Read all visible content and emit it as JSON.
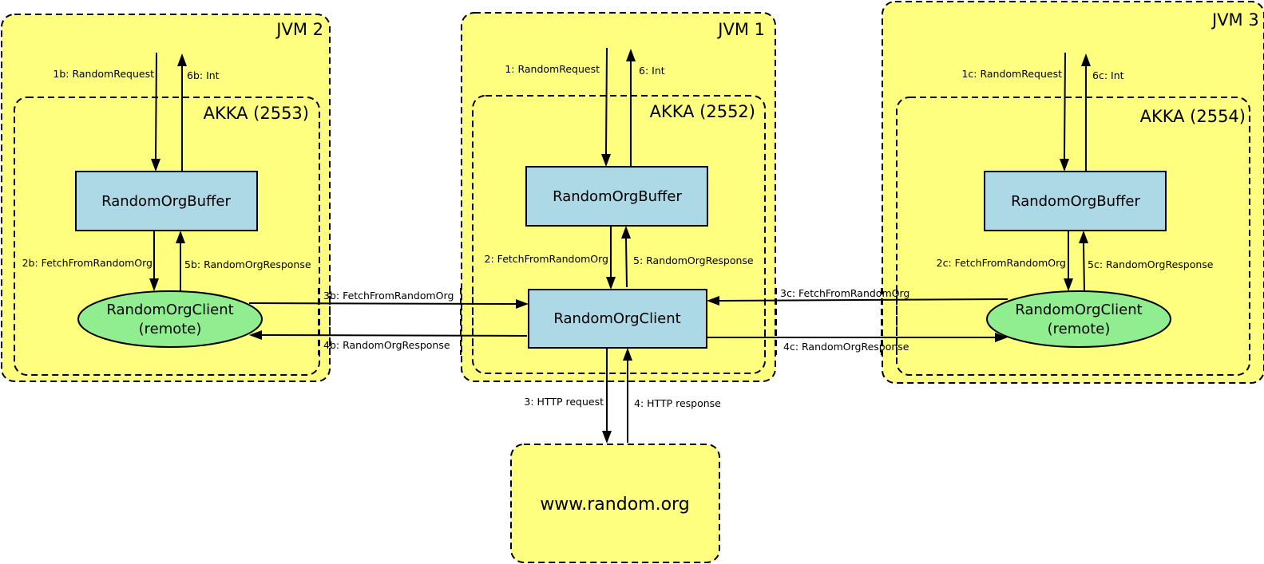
{
  "diagram": {
    "clusters": {
      "jvm2": {
        "label": "JVM 2",
        "akka_label": "AKKA (2553)"
      },
      "jvm1": {
        "label": "JVM 1",
        "akka_label": "AKKA (2552)"
      },
      "jvm3": {
        "label": "JVM 3",
        "akka_label": "AKKA (2554)"
      }
    },
    "nodes": {
      "buffer2": {
        "label": "RandomOrgBuffer"
      },
      "client2": {
        "line1": "RandomOrgClient",
        "line2": "(remote)"
      },
      "buffer1": {
        "label": "RandomOrgBuffer"
      },
      "client1": {
        "label": "RandomOrgClient"
      },
      "buffer3": {
        "label": "RandomOrgBuffer"
      },
      "client3": {
        "line1": "RandomOrgClient",
        "line2": "(remote)"
      },
      "external": {
        "label": "www.random.org"
      }
    },
    "edges": {
      "e1b": "1b: RandomRequest",
      "e6b": "6b: Int",
      "e2b": "2b: FetchFromRandomOrg",
      "e5b": "5b: RandomOrgResponse",
      "e3b": "3b: FetchFromRandomOrg",
      "e4b": "4b: RandomOrgResponse",
      "e1": "1: RandomRequest",
      "e6": "6: Int",
      "e2": "2: FetchFromRandomOrg",
      "e5": "5: RandomOrgResponse",
      "e3": "3: HTTP request",
      "e4": "4: HTTP response",
      "e1c": "1c: RandomRequest",
      "e6c": "6c: Int",
      "e2c": "2c: FetchFromRandomOrg",
      "e5c": "5c: RandomOrgResponse",
      "e3c": "3c: FetchFromRandomOrg",
      "e4c": "4c: RandomOrgResponse"
    },
    "colors": {
      "cluster_fill": "#ffff7f",
      "buffer_fill": "#add8e6",
      "remote_client_fill": "#90ee90"
    }
  }
}
